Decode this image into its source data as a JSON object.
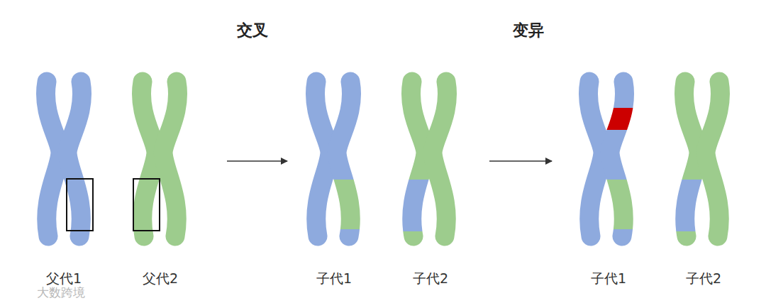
{
  "diagram": {
    "labels": [
      "交叉",
      "变异",
      "父代1",
      "父代2",
      "子代1",
      "子代2",
      "子代1",
      "子代2",
      "大数跨境"
    ]
  }
}
